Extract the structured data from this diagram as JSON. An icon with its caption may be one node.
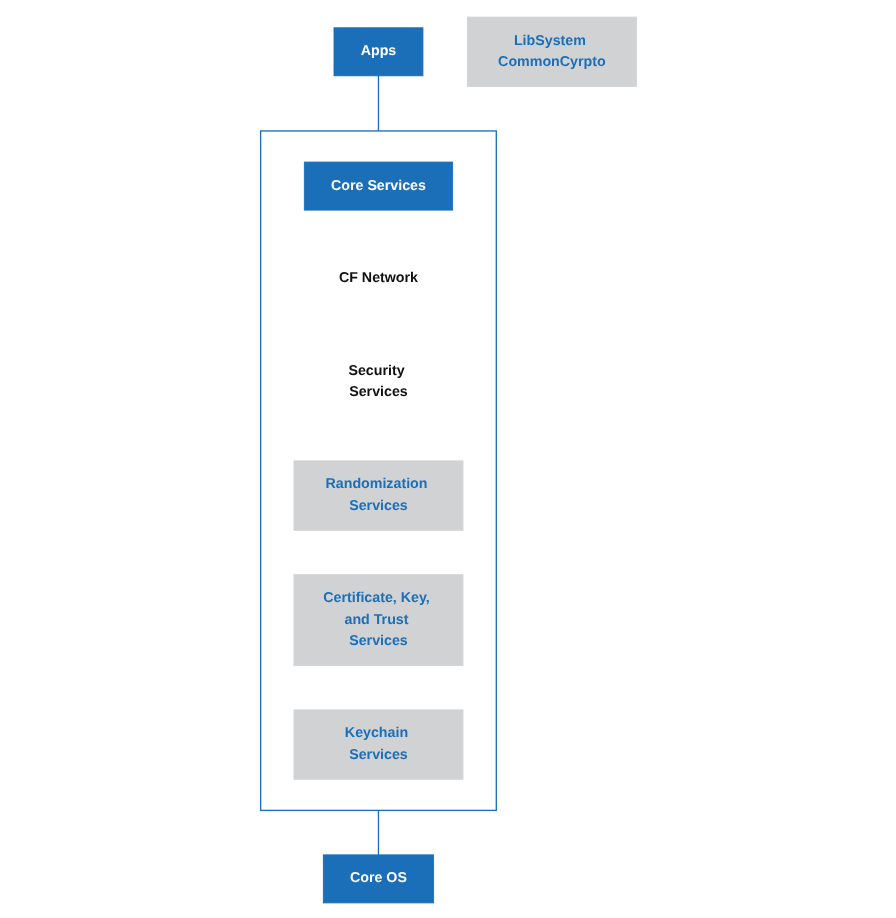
{
  "diagram": {
    "nodes": [
      {
        "text": [
          "Apps"
        ]
      },
      {
        "text": [],
        "shape": "box"
      },
      {
        "text": [
          "Core Services"
        ],
        "in": 1
      },
      {
        "text": [
          "CF Network"
        ],
        "in": 1
      },
      {
        "text": [
          "Security Services"
        ],
        "in": 1
      },
      {
        "text": [
          "Randomization Services"
        ],
        "in": 1
      },
      {
        "text": [
          "Certificate, Key, and Trust Services"
        ],
        "in": 1
      },
      {
        "text": [
          "Keychain Services"
        ],
        "in": 1
      },
      {
        "text": [
          "Core OS"
        ]
      },
      {
        "text": [
          "LibSystem CommonCyrpto"
        ]
      }
    ],
    "edges": [
      {
        "from": 0,
        "to": 1,
        "arrow": "none"
      },
      {
        "from": 1,
        "to": 8,
        "arrow": "none"
      }
    ]
  }
}
